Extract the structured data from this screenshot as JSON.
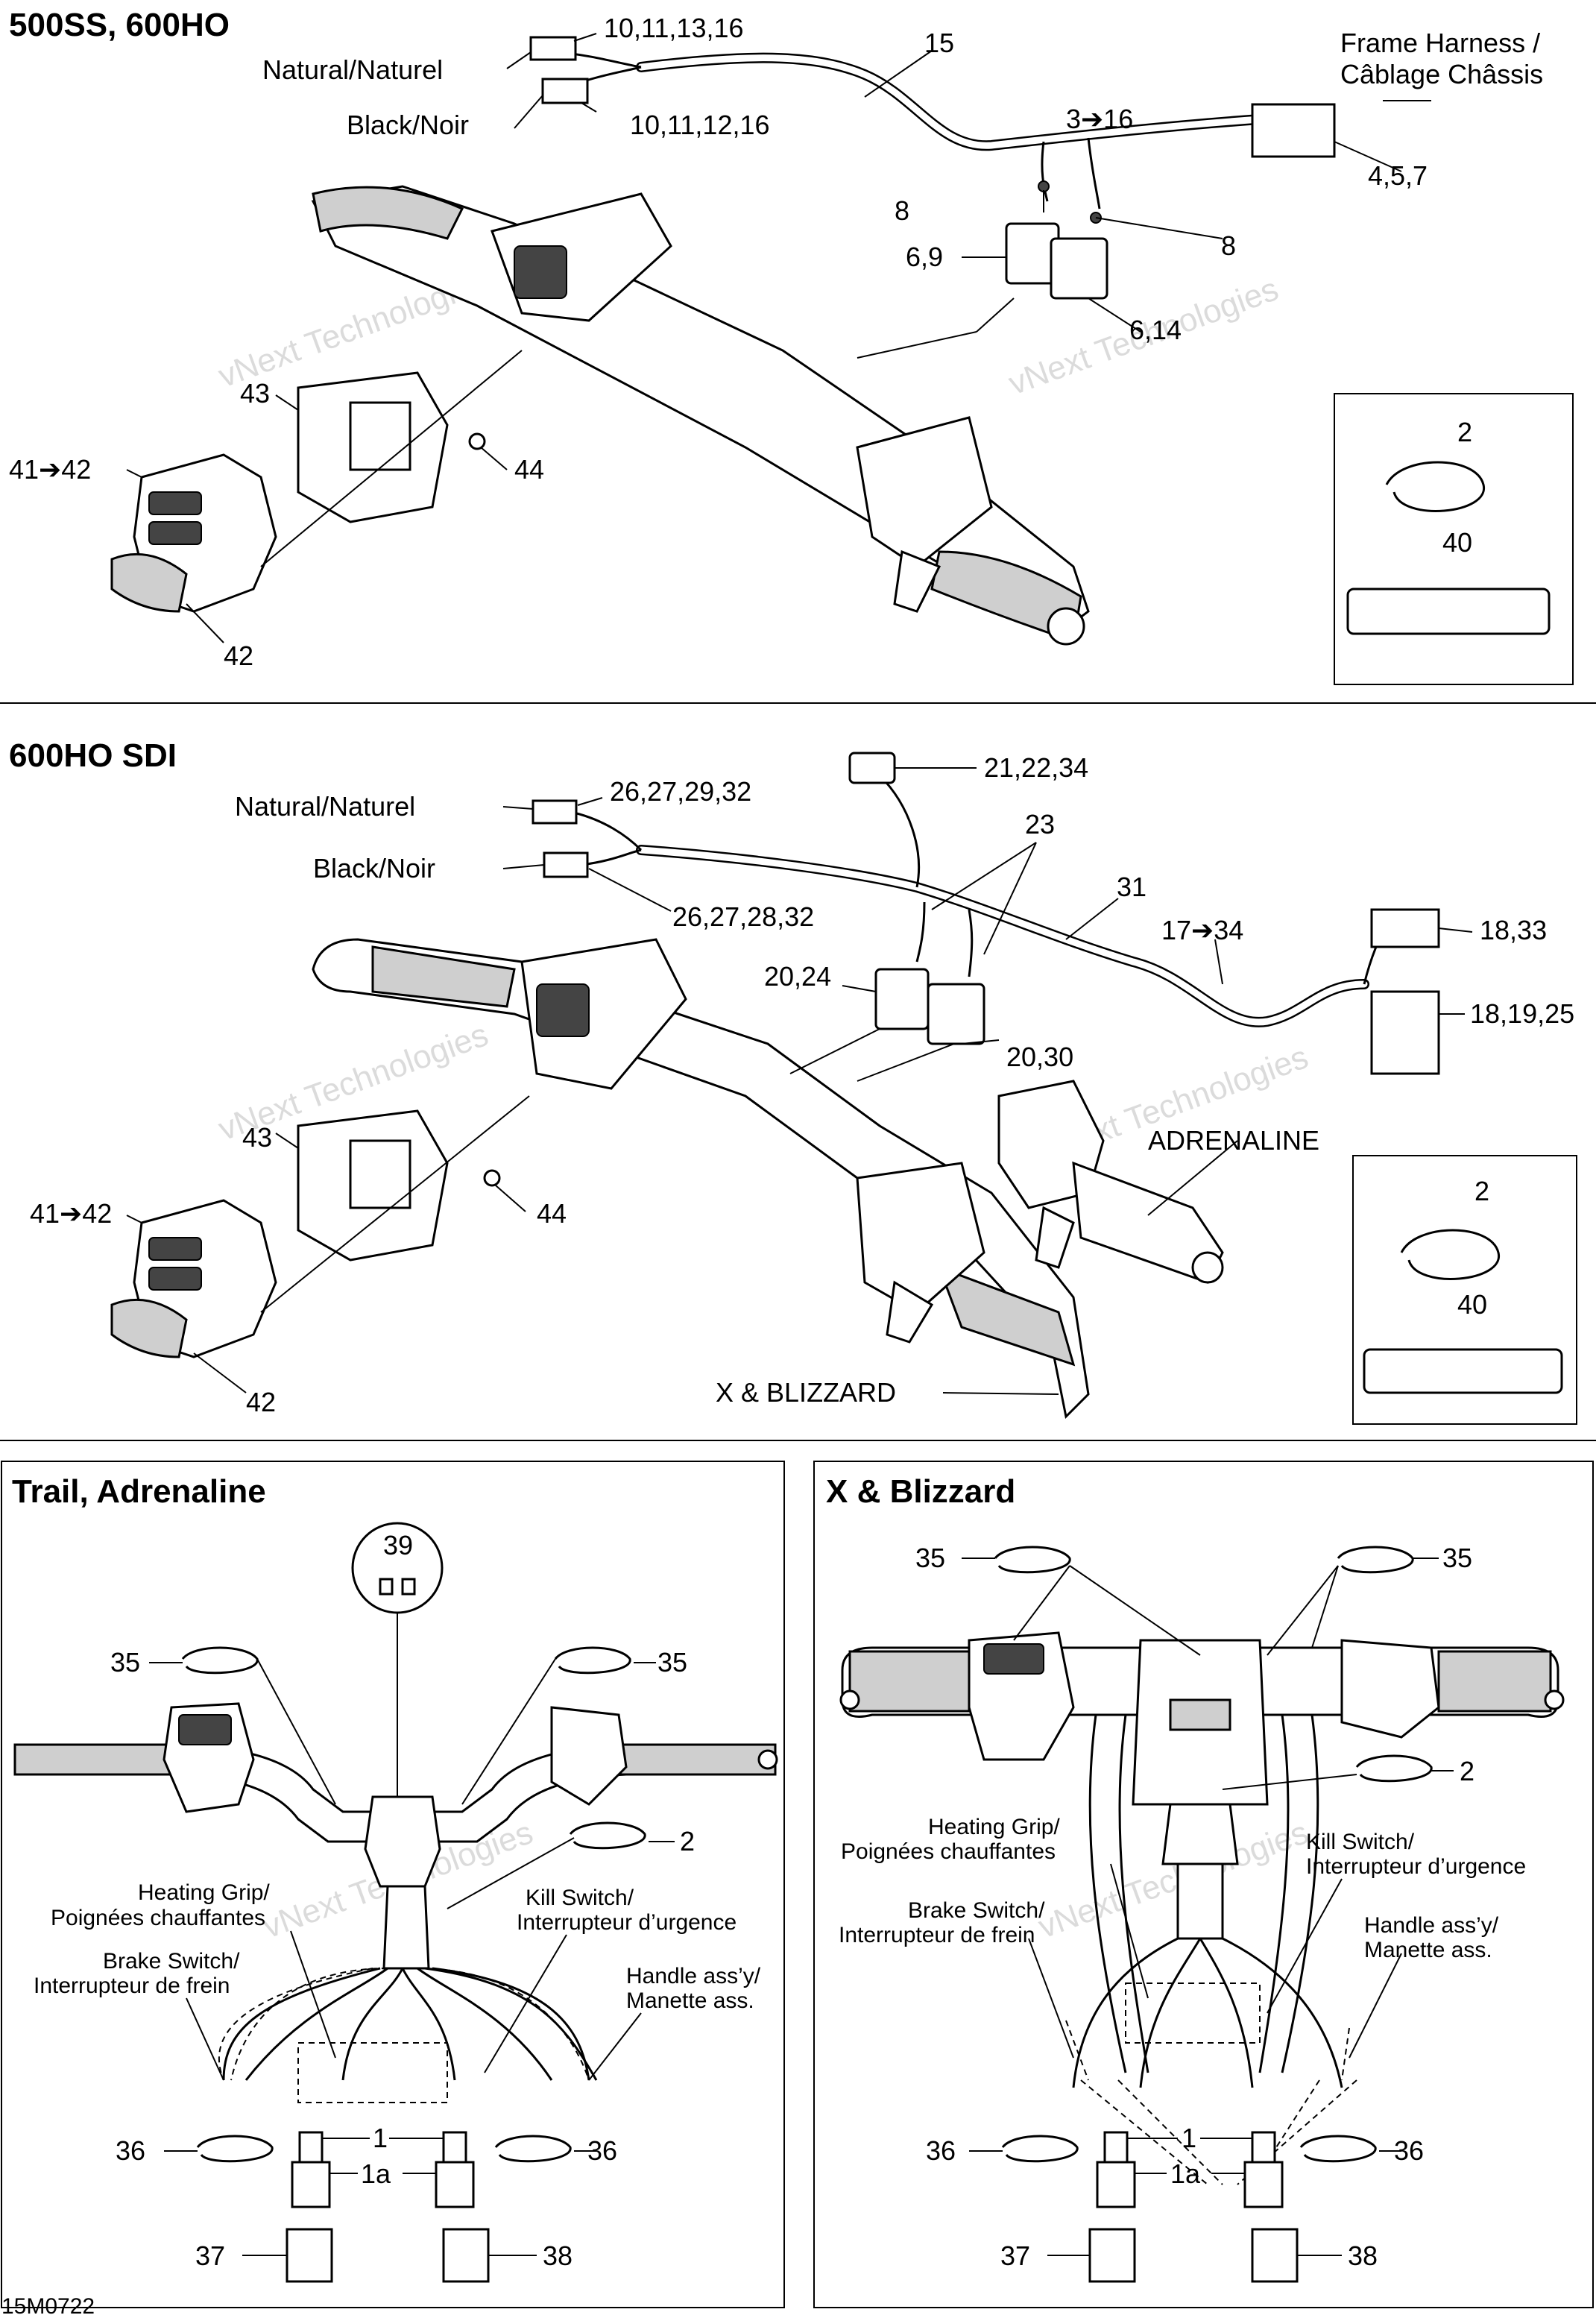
{
  "sections": {
    "s1_title": "500SS, 600HO",
    "s2_title": "600HO SDI",
    "s3_title": "Trail, Adrenaline",
    "s4_title": "X & Blizzard"
  },
  "s1": {
    "natural": "Natural/Naturel",
    "black": "Black/Noir",
    "c_10_11_13_16": "10,11,13,16",
    "c_10_11_12_16": "10,11,12,16",
    "c_15": "15",
    "frame_harness_1": "Frame Harness /",
    "frame_harness_2": "Câblage Châssis",
    "c_3_16": "3➔16",
    "c_4_5_7": "4,5,7",
    "c_8a": "8",
    "c_8b": "8",
    "c_6_9": "6,9",
    "c_6_14": "6,14",
    "c_43": "43",
    "c_41_42": "41➔42",
    "c_44": "44",
    "c_42": "42",
    "c_2": "2",
    "c_40": "40"
  },
  "s2": {
    "natural": "Natural/Naturel",
    "black": "Black/Noir",
    "c_21_22_34": "21,22,34",
    "c_26_27_29_32": "26,27,29,32",
    "c_26_27_28_32": "26,27,28,32",
    "c_23": "23",
    "c_31": "31",
    "c_17_34": "17➔34",
    "c_18_33": "18,33",
    "c_18_19_25": "18,19,25",
    "c_20_24": "20,24",
    "c_20_30": "20,30",
    "adrenaline": "ADRENALINE",
    "c_43": "43",
    "c_41_42": "41➔42",
    "c_44": "44",
    "c_42": "42",
    "x_blizzard": "X & BLIZZARD",
    "c_2": "2",
    "c_40": "40"
  },
  "s3": {
    "c_39": "39",
    "c_35a": "35",
    "c_35b": "35",
    "c_2": "2",
    "heating_1": "Heating Grip/",
    "heating_2": "Poignées chauffantes",
    "kill_1": "Kill Switch/",
    "kill_2": "Interrupteur d’urgence",
    "brake_1": "Brake Switch/",
    "brake_2": "Interrupteur de frein",
    "handle_1": "Handle ass’y/",
    "handle_2": "Manette ass.",
    "c_36a": "36",
    "c_36b": "36",
    "c_1": "1",
    "c_1a": "1a",
    "c_37": "37",
    "c_38": "38"
  },
  "s4": {
    "c_35a": "35",
    "c_35b": "35",
    "c_2": "2",
    "heating_1": "Heating Grip/",
    "heating_2": "Poignées chauffantes",
    "kill_1": "Kill Switch/",
    "kill_2": "Interrupteur d’urgence",
    "brake_1": "Brake Switch/",
    "brake_2": "Interrupteur de frein",
    "handle_1": "Handle ass’y/",
    "handle_2": "Manette ass.",
    "c_36a": "36",
    "c_36b": "36",
    "c_1": "1",
    "c_1a": "1a",
    "c_37": "37",
    "c_38": "38"
  },
  "watermark_1": "vNext Technologies",
  "watermark_2": "Technologies",
  "figure_code": "15M0722"
}
